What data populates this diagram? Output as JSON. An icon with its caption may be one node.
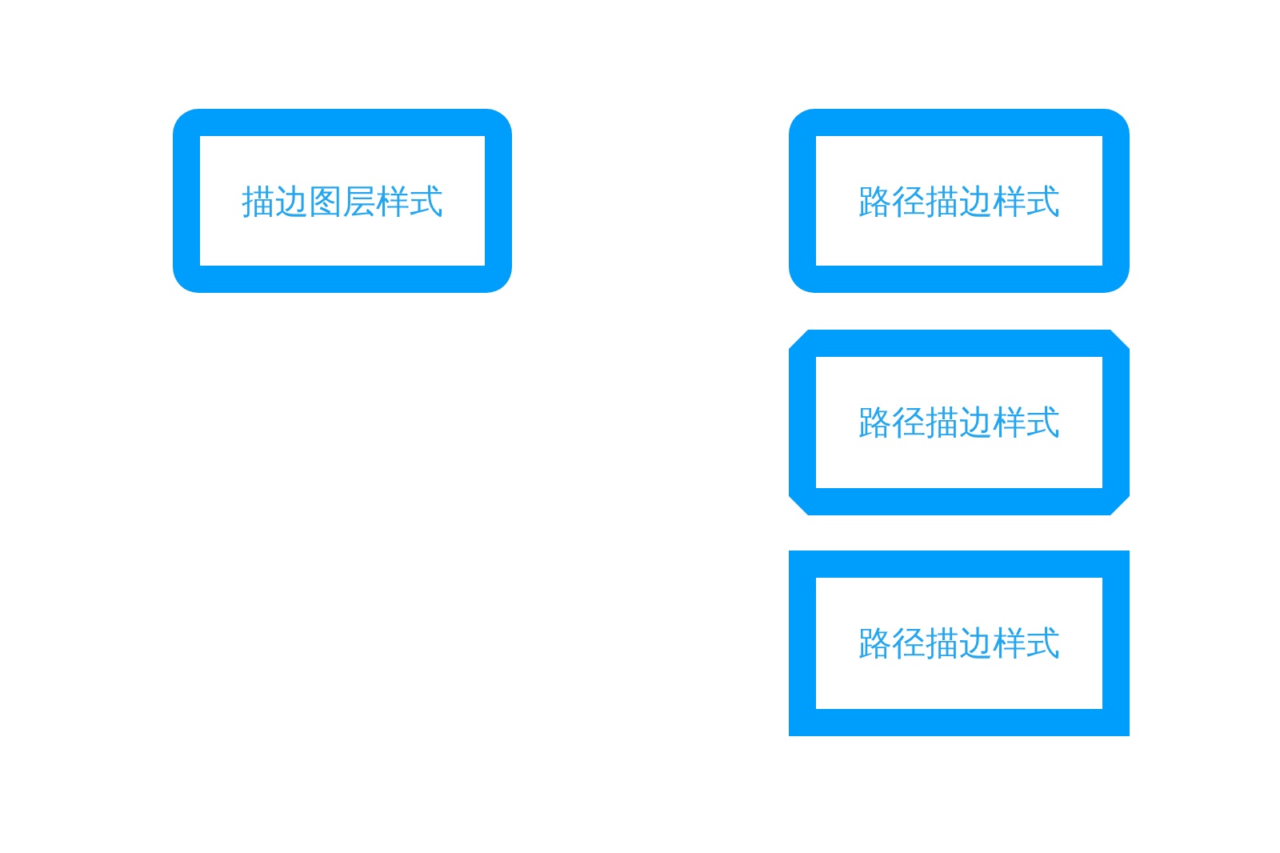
{
  "diagram": {
    "nodes": [
      {
        "text": [
          "描边图层样式"
        ]
      },
      {
        "text": [
          "路径描边样式"
        ]
      },
      {
        "text": [
          "路径描边样式"
        ]
      },
      {
        "text": [
          "路径描边样式"
        ]
      }
    ]
  }
}
